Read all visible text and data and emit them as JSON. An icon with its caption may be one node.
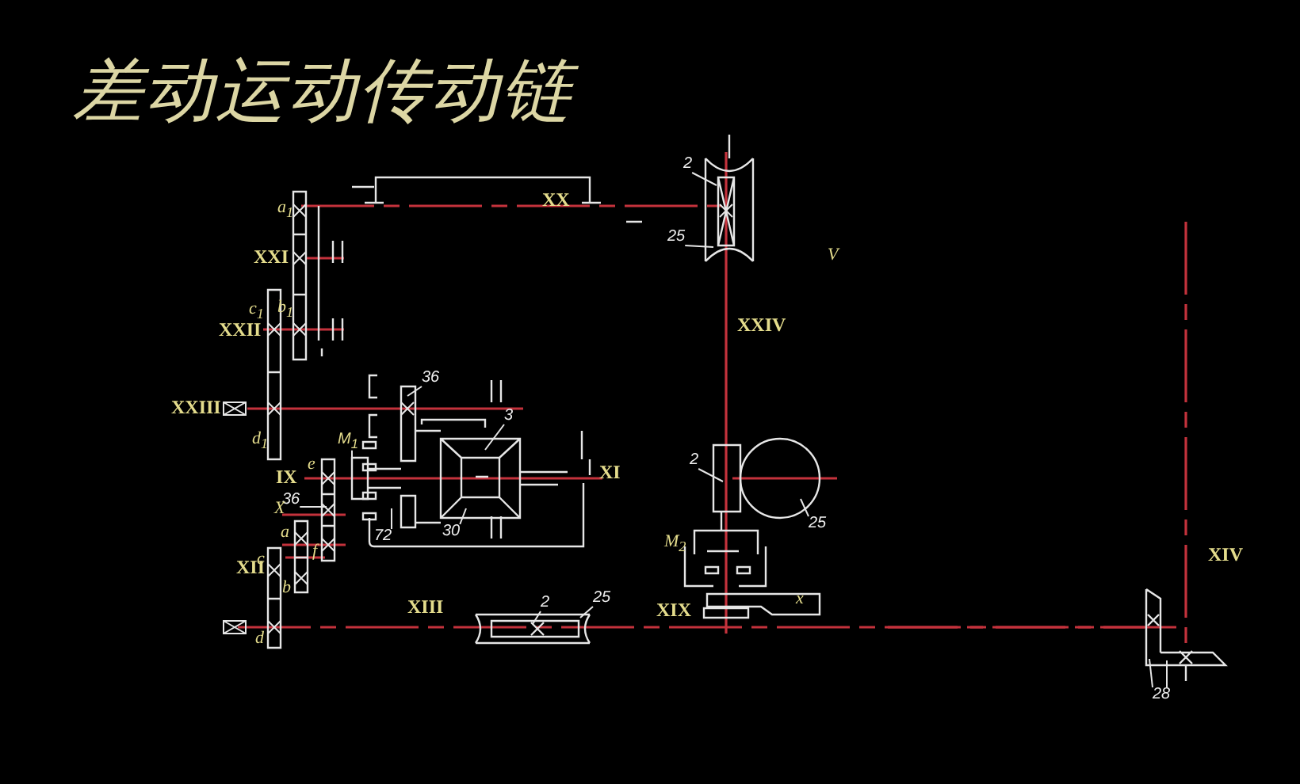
{
  "diagram": {
    "title": "差动运动传动链",
    "nodes": [
      {
        "text": [
          "2"
        ]
      },
      {
        "text": [
          "25"
        ]
      },
      {
        "text": [
          "36"
        ]
      },
      {
        "text": [
          "3"
        ]
      },
      {
        "text": [
          "36"
        ]
      },
      {
        "text": [
          "72"
        ]
      },
      {
        "text": [
          "30"
        ]
      },
      {
        "text": [
          "2"
        ]
      },
      {
        "text": [
          "25"
        ]
      },
      {
        "text": [
          "2"
        ]
      },
      {
        "text": [
          "25"
        ]
      },
      {
        "text": [
          "28"
        ]
      },
      {
        "text": [
          "M$_{1}$"
        ]
      }
    ],
    "edges": [
      {
        "from": 0,
        "to": null,
        "arrow": "none"
      },
      {
        "from": 1,
        "to": null,
        "arrow": "none"
      },
      {
        "from": 2,
        "to": null,
        "arrow": "none"
      },
      {
        "from": 3,
        "to": null,
        "arrow": "none"
      },
      {
        "from": 4,
        "to": null,
        "arrow": "none"
      },
      {
        "from": 5,
        "to": null,
        "arrow": "none"
      },
      {
        "from": 6,
        "to": null,
        "arrow": "none"
      },
      {
        "from": 7,
        "to": null,
        "arrow": "none"
      },
      {
        "from": 8,
        "to": null,
        "arrow": "none"
      },
      {
        "from": 9,
        "to": null,
        "arrow": "none"
      },
      {
        "from": 10,
        "to": null,
        "arrow": "none"
      },
      {
        "from": 11,
        "to": null,
        "arrow": "none"
      },
      {
        "from": 11,
        "to": null,
        "arrow": "none"
      },
      {
        "from": 12,
        "to": null,
        "arrow": "none"
      }
    ],
    "labels": [
      "a$_{1}$",
      "XX",
      "XXI",
      "c$_{1}$",
      "b$_{1}$",
      "XXII",
      "XXIII",
      "d$_{1}$",
      "e",
      "IX",
      "X",
      "a",
      "f",
      "XI",
      "XII",
      "c",
      "b",
      "d",
      "XIII",
      "V",
      "XXIV",
      "M$_{2}$",
      "XIX",
      "x",
      "XIV"
    ]
  }
}
